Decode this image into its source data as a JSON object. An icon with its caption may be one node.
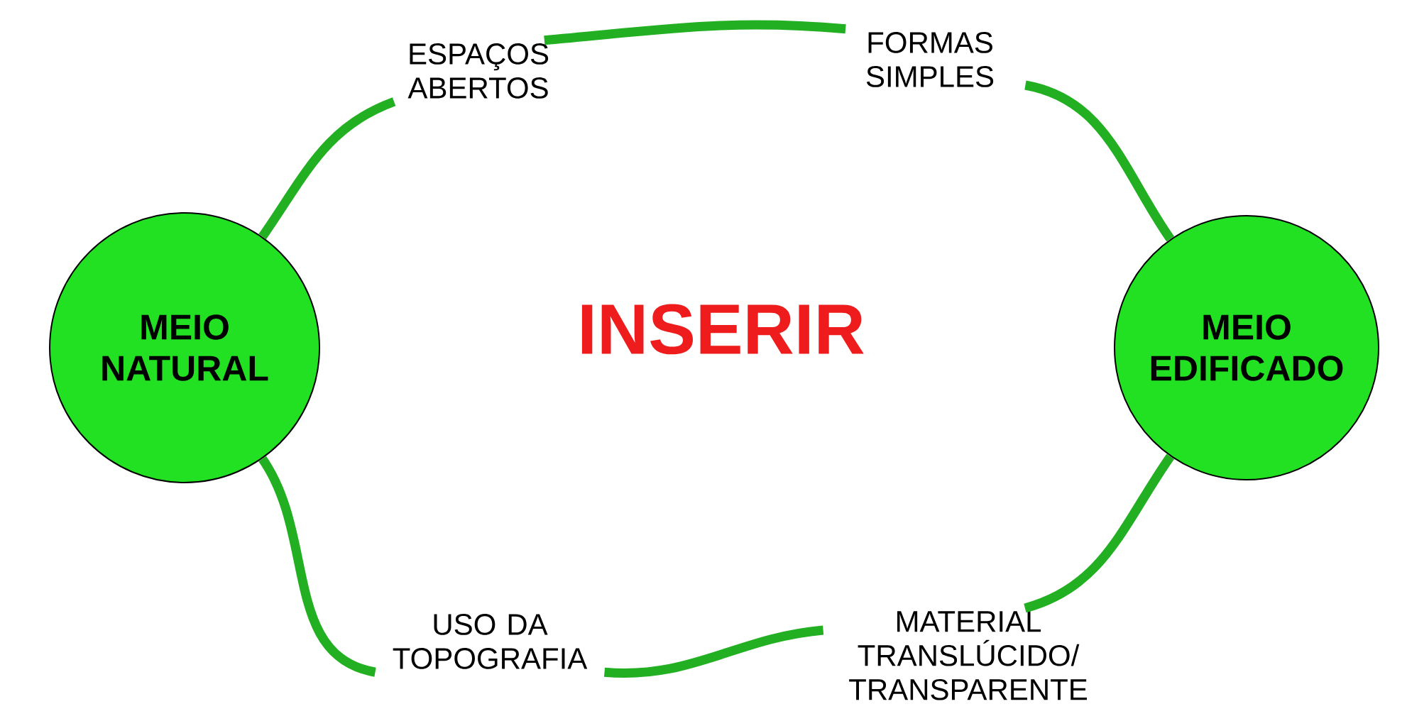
{
  "diagram": {
    "nodes": [
      {
        "text": [
          "ESPAÇOS ABERTOS"
        ]
      },
      {
        "text": [
          "FORMAS SIMPLES"
        ]
      },
      {
        "text": [
          "MEIO NATURAL"
        ]
      },
      {
        "text": [
          "MEIO EDIFICADO"
        ]
      },
      {
        "text": [
          "USO DA TOPOGRAFIA"
        ]
      },
      {
        "text": [
          "MATERIAL TRANSLÚCIDO/ TRANSPARENTE"
        ]
      }
    ],
    "edges": [
      {
        "from": 2,
        "to": 0,
        "arrow": "none"
      },
      {
        "from": 0,
        "to": 1,
        "arrow": "none"
      },
      {
        "from": 1,
        "to": 3,
        "arrow": "none"
      },
      {
        "from": 3,
        "to": 5,
        "arrow": "none"
      },
      {
        "from": 5,
        "to": 4,
        "arrow": "none"
      },
      {
        "from": 4,
        "to": 2,
        "arrow": "none"
      }
    ],
    "labels": [
      "INSERIR"
    ]
  }
}
